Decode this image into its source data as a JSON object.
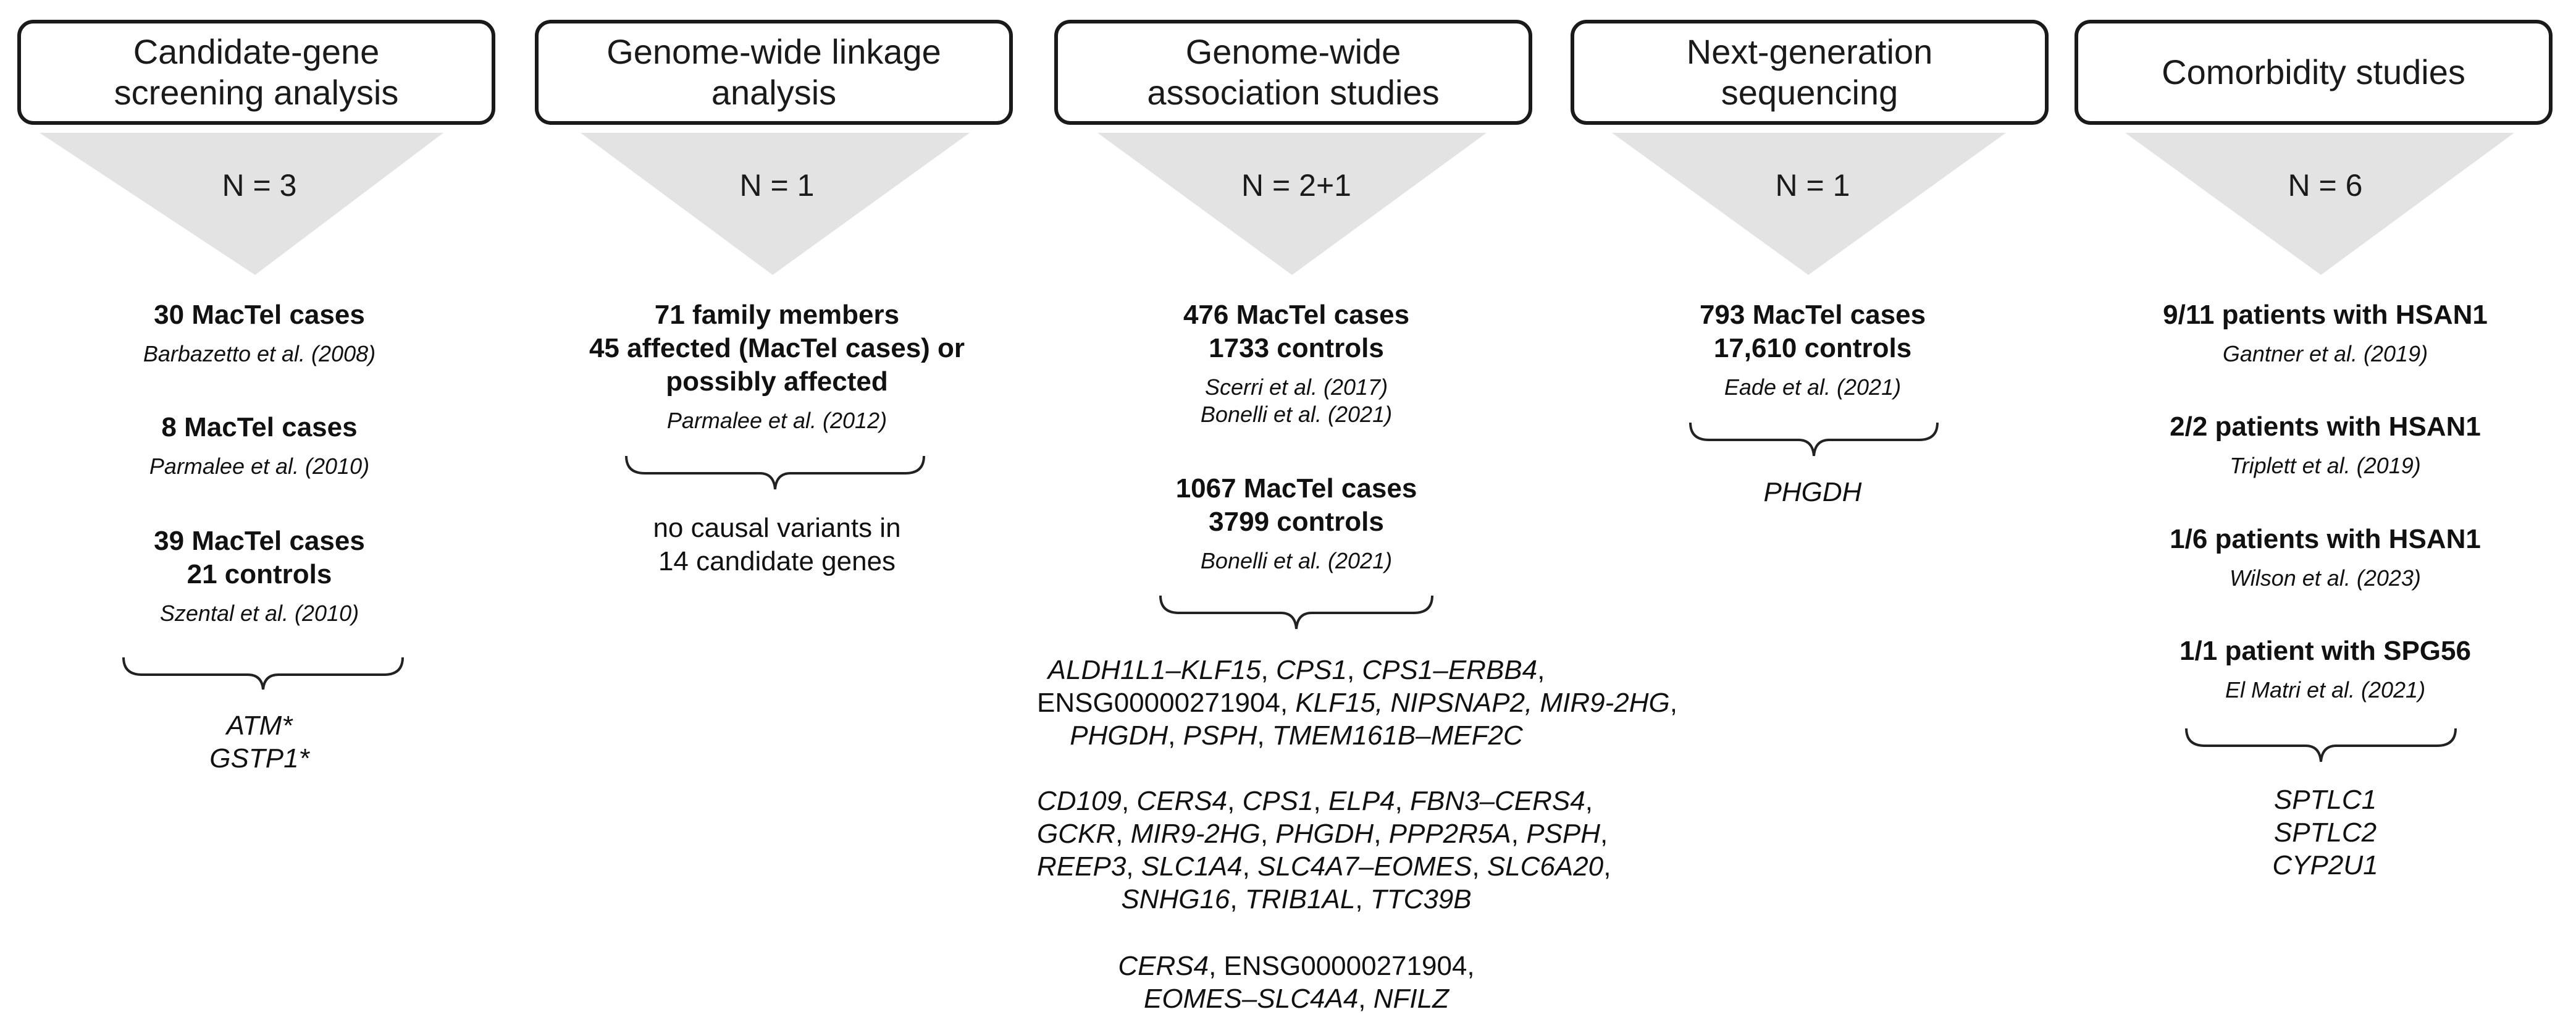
{
  "columns": [
    {
      "title": "Candidate-gene\nscreening analysis",
      "n": "N = 3",
      "studies": [
        {
          "head": "30 MacTel cases",
          "ref": "Barbazetto et al. (2008)"
        },
        {
          "head": "8 MacTel cases",
          "ref": "Parmalee et al. (2010)"
        },
        {
          "head": "39 MacTel cases\n21 controls",
          "ref": "Szental et al. (2010)"
        }
      ],
      "result_lines": [
        [
          {
            "t": "ATM*",
            "i": true
          }
        ],
        [
          {
            "t": "GSTP1*",
            "i": true
          }
        ]
      ]
    },
    {
      "title": "Genome-wide linkage\nanalysis",
      "n": "N = 1",
      "studies": [
        {
          "head": "71 family members\n45 affected (MacTel cases) or\npossibly affected",
          "ref": "Parmalee et al. (2012)"
        }
      ],
      "result_text": "no causal variants in\n14 candidate genes"
    },
    {
      "title": "Genome-wide\nassociation studies",
      "n": "N = 2+1",
      "studies": [
        {
          "head": "476 MacTel cases\n1733 controls",
          "ref": "Scerri et al. (2017)\nBonelli et al. (2021)"
        },
        {
          "head": "1067 MacTel cases\n3799 controls",
          "ref": "Bonelli et al. (2021)"
        }
      ],
      "gene_groups": [
        [
          [
            {
              "t": "ALDH1L1–KLF15",
              "i": true
            },
            {
              "t": ", ",
              "i": false
            },
            {
              "t": "CPS1",
              "i": true
            },
            {
              "t": ", ",
              "i": false
            },
            {
              "t": "CPS1–ERBB4",
              "i": true
            },
            {
              "t": ",",
              "i": false
            }
          ],
          [
            {
              "t": "ENSG00000271904, ",
              "i": false
            },
            {
              "t": "KLF15, NIPSNAP2, MIR9-2HG",
              "i": true
            },
            {
              "t": ",",
              "i": false
            }
          ],
          [
            {
              "t": "PHGDH",
              "i": true
            },
            {
              "t": ", ",
              "i": false
            },
            {
              "t": "PSPH",
              "i": true
            },
            {
              "t": ", ",
              "i": false
            },
            {
              "t": "TMEM161B–MEF2C",
              "i": true
            }
          ]
        ],
        [
          [
            {
              "t": "CD109",
              "i": true
            },
            {
              "t": ", ",
              "i": false
            },
            {
              "t": "CERS4",
              "i": true
            },
            {
              "t": ", ",
              "i": false
            },
            {
              "t": "CPS1",
              "i": true
            },
            {
              "t": ", ",
              "i": false
            },
            {
              "t": "ELP4",
              "i": true
            },
            {
              "t": ", ",
              "i": false
            },
            {
              "t": "FBN3–CERS4",
              "i": true
            },
            {
              "t": ",",
              "i": false
            }
          ],
          [
            {
              "t": "GCKR",
              "i": true
            },
            {
              "t": ", ",
              "i": false
            },
            {
              "t": "MIR9-2HG",
              "i": true
            },
            {
              "t": ", ",
              "i": false
            },
            {
              "t": "PHGDH",
              "i": true
            },
            {
              "t": ", ",
              "i": false
            },
            {
              "t": "PPP2R5A",
              "i": true
            },
            {
              "t": ", ",
              "i": false
            },
            {
              "t": "PSPH",
              "i": true
            },
            {
              "t": ",",
              "i": false
            }
          ],
          [
            {
              "t": "REEP3",
              "i": true
            },
            {
              "t": ", ",
              "i": false
            },
            {
              "t": "SLC1A4",
              "i": true
            },
            {
              "t": ", ",
              "i": false
            },
            {
              "t": "SLC4A7–EOMES",
              "i": true
            },
            {
              "t": ", ",
              "i": false
            },
            {
              "t": "SLC6A20",
              "i": true
            },
            {
              "t": ",",
              "i": false
            }
          ],
          [
            {
              "t": "SNHG16",
              "i": true
            },
            {
              "t": ", ",
              "i": false
            },
            {
              "t": "TRIB1AL",
              "i": true
            },
            {
              "t": ", ",
              "i": false
            },
            {
              "t": "TTC39B",
              "i": true
            }
          ]
        ],
        [
          [
            {
              "t": "CERS4",
              "i": true
            },
            {
              "t": ", ENSG00000271904,",
              "i": false
            }
          ],
          [
            {
              "t": "EOMES–SLC4A4",
              "i": true
            },
            {
              "t": ", ",
              "i": false
            },
            {
              "t": "NFILZ",
              "i": true
            }
          ]
        ]
      ]
    },
    {
      "title": "Next-generation\nsequencing",
      "n": "N = 1",
      "studies": [
        {
          "head": "793 MacTel cases\n17,610 controls",
          "ref": "Eade et al. (2021)"
        }
      ],
      "result_lines": [
        [
          {
            "t": "PHGDH",
            "i": true
          }
        ]
      ]
    },
    {
      "title": "Comorbidity studies",
      "n": "N = 6",
      "studies": [
        {
          "head": "9/11 patients with HSAN1",
          "ref": "Gantner et al. (2019)"
        },
        {
          "head": "2/2 patients with HSAN1",
          "ref": "Triplett et al. (2019)"
        },
        {
          "head": "1/6 patients with HSAN1",
          "ref": "Wilson et al. (2023)"
        },
        {
          "head": "1/1 patient with SPG56",
          "ref": "El Matri et al. (2021)"
        }
      ],
      "result_lines": [
        [
          {
            "t": "SPTLC1",
            "i": true
          }
        ],
        [
          {
            "t": "SPTLC2",
            "i": true
          }
        ],
        [
          {
            "t": "CYP2U1",
            "i": true
          }
        ]
      ]
    }
  ]
}
